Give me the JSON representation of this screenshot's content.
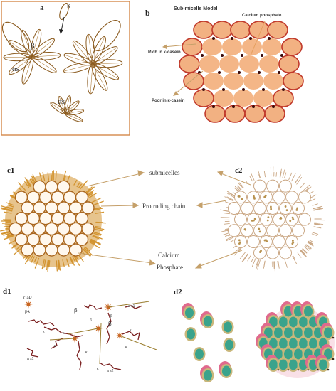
{
  "panels": {
    "a": {
      "letter": "a",
      "greek": {
        "kappa": "κ",
        "beta": "β",
        "alpha_s_left": "αs",
        "alpha_s_bottom": "αs"
      }
    },
    "b": {
      "letter": "b",
      "title": "Sub-micelle Model",
      "labels": {
        "calcium_phosphate": "Calcium phosphate",
        "rich_kappa": "Rich in κ-casein",
        "poor_kappa": "Poor in  κ-casein"
      },
      "colors": {
        "submicelle_rich": "#f2b182",
        "submicelle_poor": "#f4b687",
        "outline": "#c0392b",
        "cap_dot": "#3a0a0a"
      }
    },
    "c1": {
      "letter": "c1",
      "colors": {
        "chain": "#d39430",
        "fill": "#fff8ee",
        "outline": "#a9661f"
      }
    },
    "c2": {
      "letter": "c2",
      "colors": {
        "outline": "#caa784",
        "dot": "#b8924f"
      }
    },
    "c_labels": {
      "submicelles": "submicelles",
      "protruding_chain": "Protruding chain",
      "calcium": "Calcium",
      "phosphate": "Phosphate"
    },
    "d1": {
      "letter": "d1",
      "cap": "CaP",
      "labels": [
        "β-k",
        "β",
        "a s1",
        "β",
        "a s1",
        "a s2",
        "κ",
        "κ",
        "κ",
        "κ",
        "κ",
        "β",
        "β",
        "κ",
        "κ"
      ],
      "colors": {
        "star": "#c8641f",
        "chain": "#7a1f1f",
        "stick": "#9a7d2e"
      }
    },
    "d2": {
      "letter": "d2",
      "colors": {
        "core": "#3aa38c",
        "ring": "#c9b77b",
        "pink": "#e06a8d",
        "dot": "#3a2a1a"
      }
    }
  }
}
